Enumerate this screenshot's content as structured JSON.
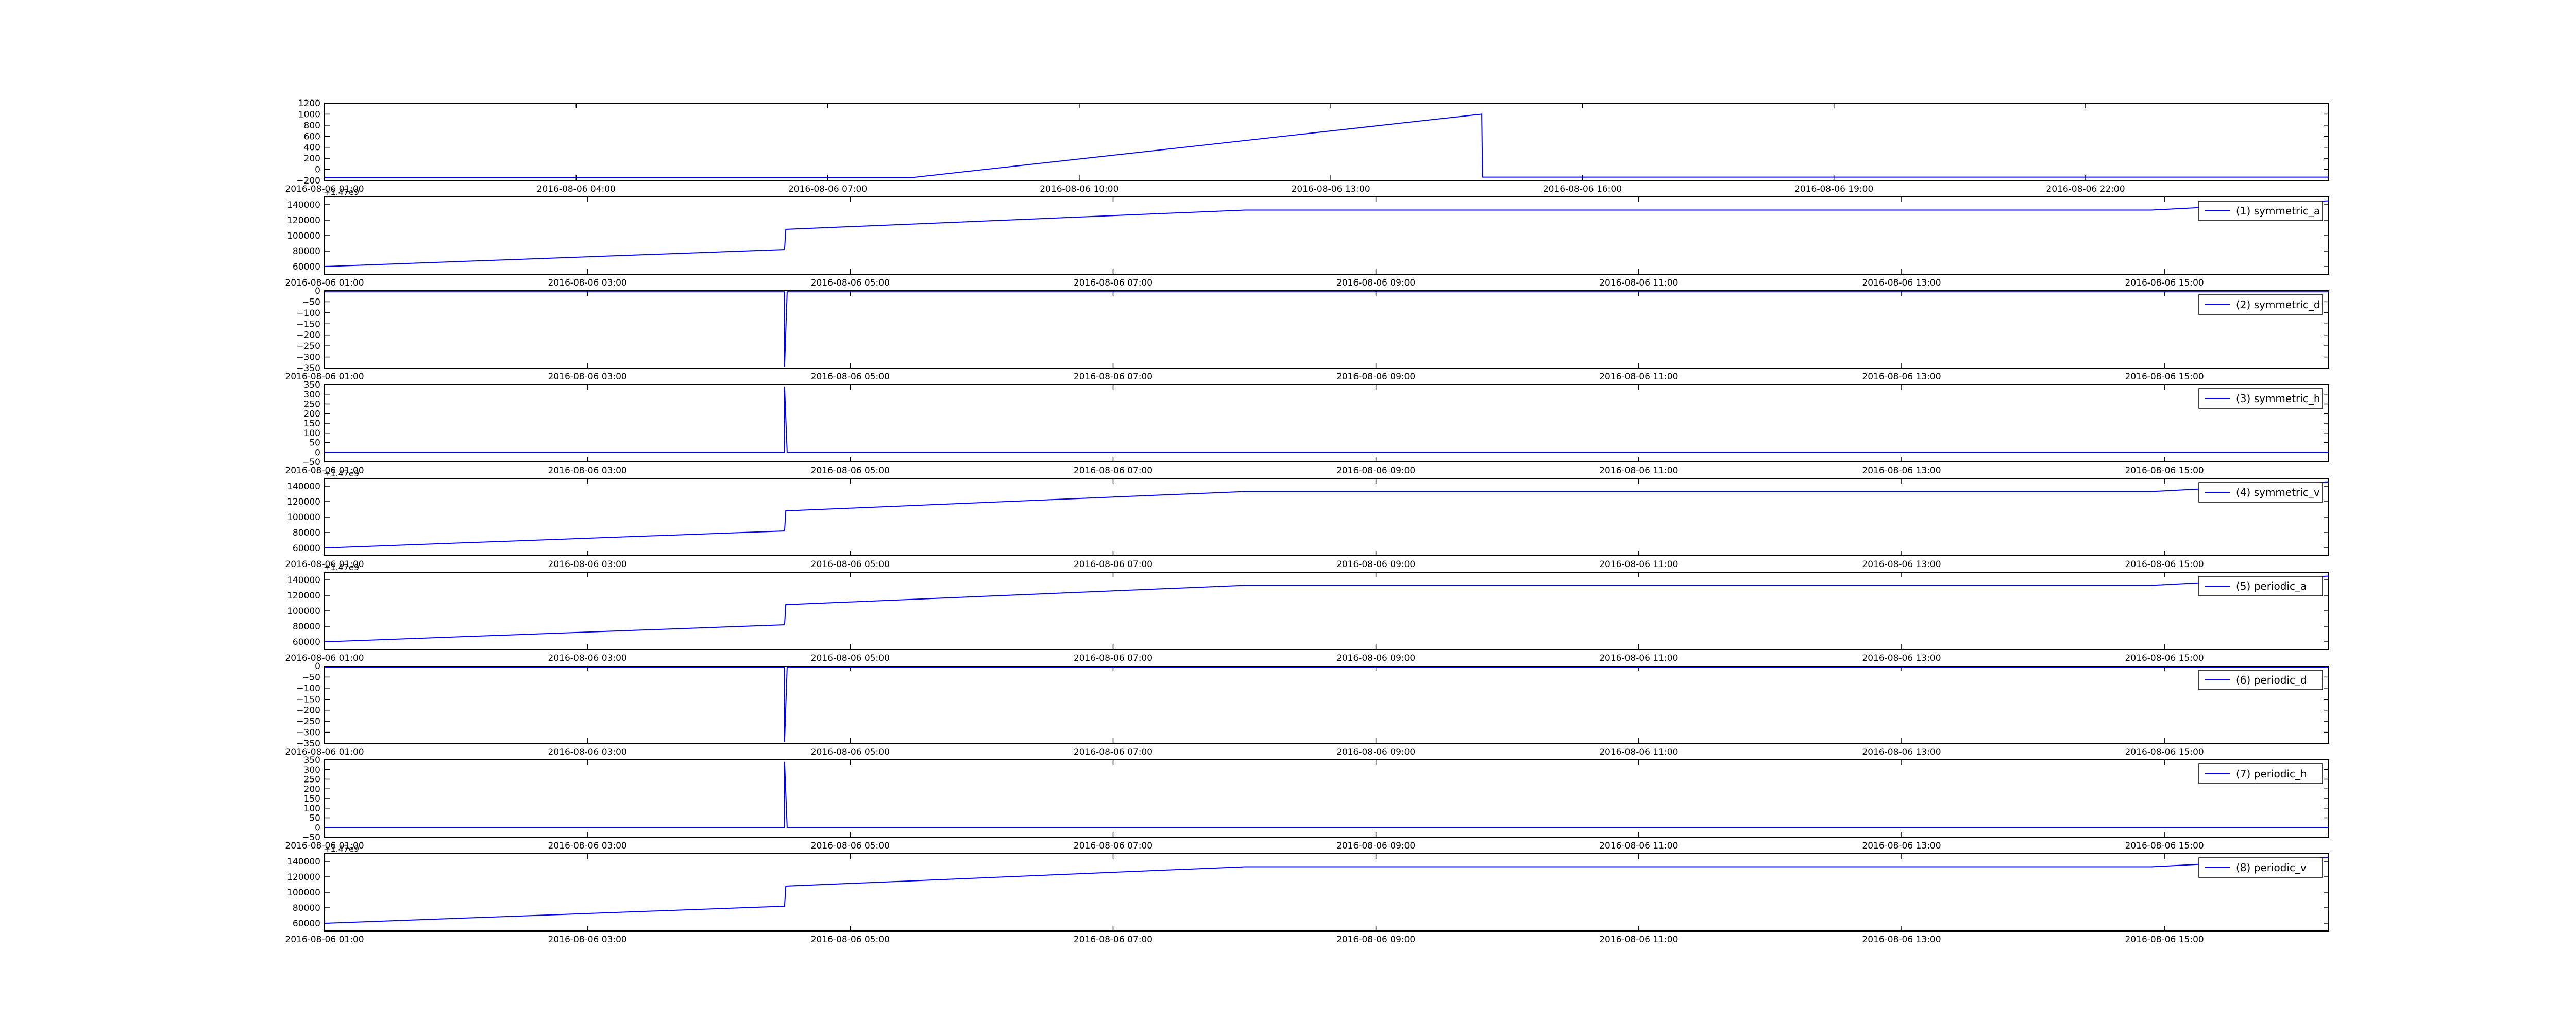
{
  "line_color": "#0000ff",
  "chart_data": [
    {
      "type": "line",
      "x_unit": "hours since 2016-08-06 00:00 (tick labels are datetimes)",
      "xlim": [
        1,
        24.9
      ],
      "ylim": [
        -200,
        1200
      ],
      "yticks": [
        -200,
        0,
        200,
        400,
        600,
        800,
        1000,
        1200
      ],
      "ytick_labels": [
        "−200",
        "0",
        "200",
        "400",
        "600",
        "800",
        "1000",
        "1200"
      ],
      "xticks": [
        1,
        4,
        7,
        10,
        13,
        16,
        19,
        22
      ],
      "xtick_labels": [
        "2016-08-06 01:00",
        "2016-08-06 04:00",
        "2016-08-06 07:00",
        "2016-08-06 10:00",
        "2016-08-06 13:00",
        "2016-08-06 16:00",
        "2016-08-06 19:00",
        "2016-08-06 22:00"
      ],
      "series": [
        {
          "x": [
            1,
            8.0,
            14.8,
            14.81,
            24.9
          ],
          "y": [
            -150,
            -150,
            1000,
            -140,
            -140
          ]
        }
      ]
    },
    {
      "type": "line",
      "offset_label": "+1.47e9",
      "xlim": [
        1,
        16.25
      ],
      "ylim": [
        50000,
        150000
      ],
      "yticks": [
        60000,
        80000,
        100000,
        120000,
        140000
      ],
      "ytick_labels": [
        "60000",
        "80000",
        "100000",
        "120000",
        "140000"
      ],
      "xticks": [
        1,
        3,
        5,
        7,
        9,
        11,
        13,
        15
      ],
      "xtick_labels": [
        "2016-08-06 01:00",
        "2016-08-06 03:00",
        "2016-08-06 05:00",
        "2016-08-06 07:00",
        "2016-08-06 09:00",
        "2016-08-06 11:00",
        "2016-08-06 13:00",
        "2016-08-06 15:00"
      ],
      "legend": "upper right",
      "series": [
        {
          "name": "(1) symmetric_a",
          "x": [
            1,
            4.5,
            4.51,
            8.0,
            14.9,
            16.25
          ],
          "y": [
            60000,
            82000,
            108000,
            133000,
            133000,
            145000
          ]
        }
      ]
    },
    {
      "type": "line",
      "xlim": [
        1,
        16.25
      ],
      "ylim": [
        -350,
        0
      ],
      "yticks": [
        -350,
        -300,
        -250,
        -200,
        -150,
        -100,
        -50,
        0
      ],
      "ytick_labels": [
        "−350",
        "−300",
        "−250",
        "−200",
        "−150",
        "−100",
        "−50",
        "0"
      ],
      "xticks": [
        1,
        3,
        5,
        7,
        9,
        11,
        13,
        15
      ],
      "xtick_labels": [
        "2016-08-06 01:00",
        "2016-08-06 03:00",
        "2016-08-06 05:00",
        "2016-08-06 07:00",
        "2016-08-06 09:00",
        "2016-08-06 11:00",
        "2016-08-06 13:00",
        "2016-08-06 15:00"
      ],
      "legend": "upper right",
      "series": [
        {
          "name": "(2) symmetric_d",
          "x": [
            1,
            4.5,
            4.5,
            4.52,
            16.25
          ],
          "y": [
            -5,
            -5,
            -345,
            -5,
            -5
          ]
        }
      ]
    },
    {
      "type": "line",
      "xlim": [
        1,
        16.25
      ],
      "ylim": [
        -50,
        350
      ],
      "yticks": [
        -50,
        0,
        50,
        100,
        150,
        200,
        250,
        300,
        350
      ],
      "ytick_labels": [
        "−50",
        "0",
        "50",
        "100",
        "150",
        "200",
        "250",
        "300",
        "350"
      ],
      "xticks": [
        1,
        3,
        5,
        7,
        9,
        11,
        13,
        15
      ],
      "xtick_labels": [
        "2016-08-06 01:00",
        "2016-08-06 03:00",
        "2016-08-06 05:00",
        "2016-08-06 07:00",
        "2016-08-06 09:00",
        "2016-08-06 11:00",
        "2016-08-06 13:00",
        "2016-08-06 15:00"
      ],
      "legend": "upper right",
      "series": [
        {
          "name": "(3) symmetric_h",
          "x": [
            1,
            4.5,
            4.5,
            4.52,
            16.25
          ],
          "y": [
            0,
            0,
            340,
            0,
            0
          ]
        }
      ]
    },
    {
      "type": "line",
      "offset_label": "+1.47e9",
      "xlim": [
        1,
        16.25
      ],
      "ylim": [
        50000,
        150000
      ],
      "yticks": [
        60000,
        80000,
        100000,
        120000,
        140000
      ],
      "ytick_labels": [
        "60000",
        "80000",
        "100000",
        "120000",
        "140000"
      ],
      "xticks": [
        1,
        3,
        5,
        7,
        9,
        11,
        13,
        15
      ],
      "xtick_labels": [
        "2016-08-06 01:00",
        "2016-08-06 03:00",
        "2016-08-06 05:00",
        "2016-08-06 07:00",
        "2016-08-06 09:00",
        "2016-08-06 11:00",
        "2016-08-06 13:00",
        "2016-08-06 15:00"
      ],
      "legend": "upper right",
      "series": [
        {
          "name": "(4) symmetric_v",
          "x": [
            1,
            4.5,
            4.51,
            8.0,
            14.9,
            16.25
          ],
          "y": [
            60000,
            82000,
            108000,
            133000,
            133000,
            145000
          ]
        }
      ]
    },
    {
      "type": "line",
      "offset_label": "+1.47e9",
      "xlim": [
        1,
        16.25
      ],
      "ylim": [
        50000,
        150000
      ],
      "yticks": [
        60000,
        80000,
        100000,
        120000,
        140000
      ],
      "ytick_labels": [
        "60000",
        "80000",
        "100000",
        "120000",
        "140000"
      ],
      "xticks": [
        1,
        3,
        5,
        7,
        9,
        11,
        13,
        15
      ],
      "xtick_labels": [
        "2016-08-06 01:00",
        "2016-08-06 03:00",
        "2016-08-06 05:00",
        "2016-08-06 07:00",
        "2016-08-06 09:00",
        "2016-08-06 11:00",
        "2016-08-06 13:00",
        "2016-08-06 15:00"
      ],
      "legend": "upper right",
      "series": [
        {
          "name": "(5) periodic_a",
          "x": [
            1,
            4.5,
            4.51,
            8.0,
            14.9,
            16.25
          ],
          "y": [
            60000,
            82000,
            108000,
            133000,
            133000,
            145000
          ]
        }
      ]
    },
    {
      "type": "line",
      "xlim": [
        1,
        16.25
      ],
      "ylim": [
        -350,
        0
      ],
      "yticks": [
        -350,
        -300,
        -250,
        -200,
        -150,
        -100,
        -50,
        0
      ],
      "ytick_labels": [
        "−350",
        "−300",
        "−250",
        "−200",
        "−150",
        "−100",
        "−50",
        "0"
      ],
      "xticks": [
        1,
        3,
        5,
        7,
        9,
        11,
        13,
        15
      ],
      "xtick_labels": [
        "2016-08-06 01:00",
        "2016-08-06 03:00",
        "2016-08-06 05:00",
        "2016-08-06 07:00",
        "2016-08-06 09:00",
        "2016-08-06 11:00",
        "2016-08-06 13:00",
        "2016-08-06 15:00"
      ],
      "legend": "upper right",
      "series": [
        {
          "name": "(6) periodic_d",
          "x": [
            1,
            4.5,
            4.5,
            4.52,
            16.25
          ],
          "y": [
            -5,
            -5,
            -345,
            -5,
            -5
          ]
        }
      ]
    },
    {
      "type": "line",
      "xlim": [
        1,
        16.25
      ],
      "ylim": [
        -50,
        350
      ],
      "yticks": [
        -50,
        0,
        50,
        100,
        150,
        200,
        250,
        300,
        350
      ],
      "ytick_labels": [
        "−50",
        "0",
        "50",
        "100",
        "150",
        "200",
        "250",
        "300",
        "350"
      ],
      "xticks": [
        1,
        3,
        5,
        7,
        9,
        11,
        13,
        15
      ],
      "xtick_labels": [
        "2016-08-06 01:00",
        "2016-08-06 03:00",
        "2016-08-06 05:00",
        "2016-08-06 07:00",
        "2016-08-06 09:00",
        "2016-08-06 11:00",
        "2016-08-06 13:00",
        "2016-08-06 15:00"
      ],
      "legend": "upper right",
      "series": [
        {
          "name": "(7) periodic_h",
          "x": [
            1,
            4.5,
            4.5,
            4.52,
            16.25
          ],
          "y": [
            0,
            0,
            340,
            0,
            0
          ]
        }
      ]
    },
    {
      "type": "line",
      "offset_label": "+1.47e9",
      "xlim": [
        1,
        16.25
      ],
      "ylim": [
        50000,
        150000
      ],
      "yticks": [
        60000,
        80000,
        100000,
        120000,
        140000
      ],
      "ytick_labels": [
        "60000",
        "80000",
        "100000",
        "120000",
        "140000"
      ],
      "xticks": [
        1,
        3,
        5,
        7,
        9,
        11,
        13,
        15
      ],
      "xtick_labels": [
        "2016-08-06 01:00",
        "2016-08-06 03:00",
        "2016-08-06 05:00",
        "2016-08-06 07:00",
        "2016-08-06 09:00",
        "2016-08-06 11:00",
        "2016-08-06 13:00",
        "2016-08-06 15:00"
      ],
      "legend": "upper right",
      "series": [
        {
          "name": "(8) periodic_v",
          "x": [
            1,
            4.5,
            4.51,
            8.0,
            14.9,
            16.25
          ],
          "y": [
            60000,
            82000,
            108000,
            133000,
            133000,
            145000
          ]
        }
      ]
    }
  ]
}
